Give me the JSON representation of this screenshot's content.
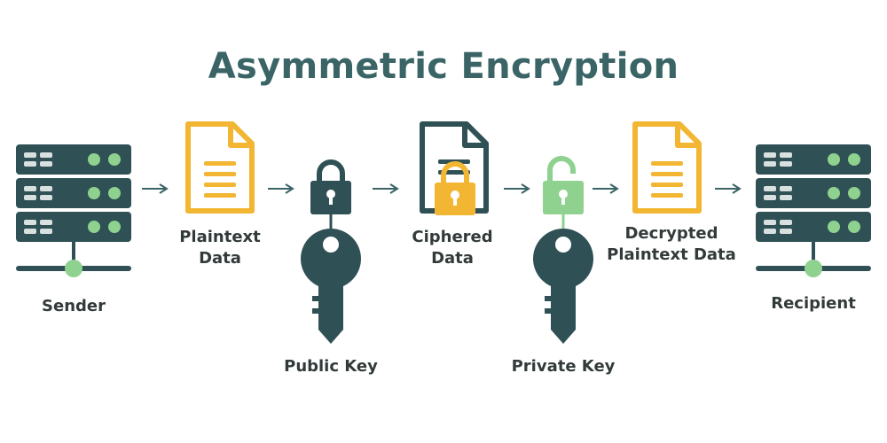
{
  "title": "Asymmetric Encryption",
  "nodes": {
    "sender": "Sender",
    "plaintext_line1": "Plaintext",
    "plaintext_line2": "Data",
    "public_key": "Public Key",
    "ciphered_line1": "Ciphered",
    "ciphered_line2": "Data",
    "private_key": "Private Key",
    "decrypted_line1": "Decrypted",
    "decrypted_line2": "Plaintext Data",
    "recipient": "Recipient"
  },
  "colors": {
    "title": "#3a6466",
    "server": "#2f5054",
    "lock_dark": "#2f5054",
    "doc_yellow": "#f2b632",
    "green": "#8fd18f",
    "arrow": "#3a6466"
  },
  "icons": [
    "server-icon",
    "document-icon",
    "lock-icon",
    "key-icon",
    "unlock-icon",
    "arrow-icon"
  ]
}
